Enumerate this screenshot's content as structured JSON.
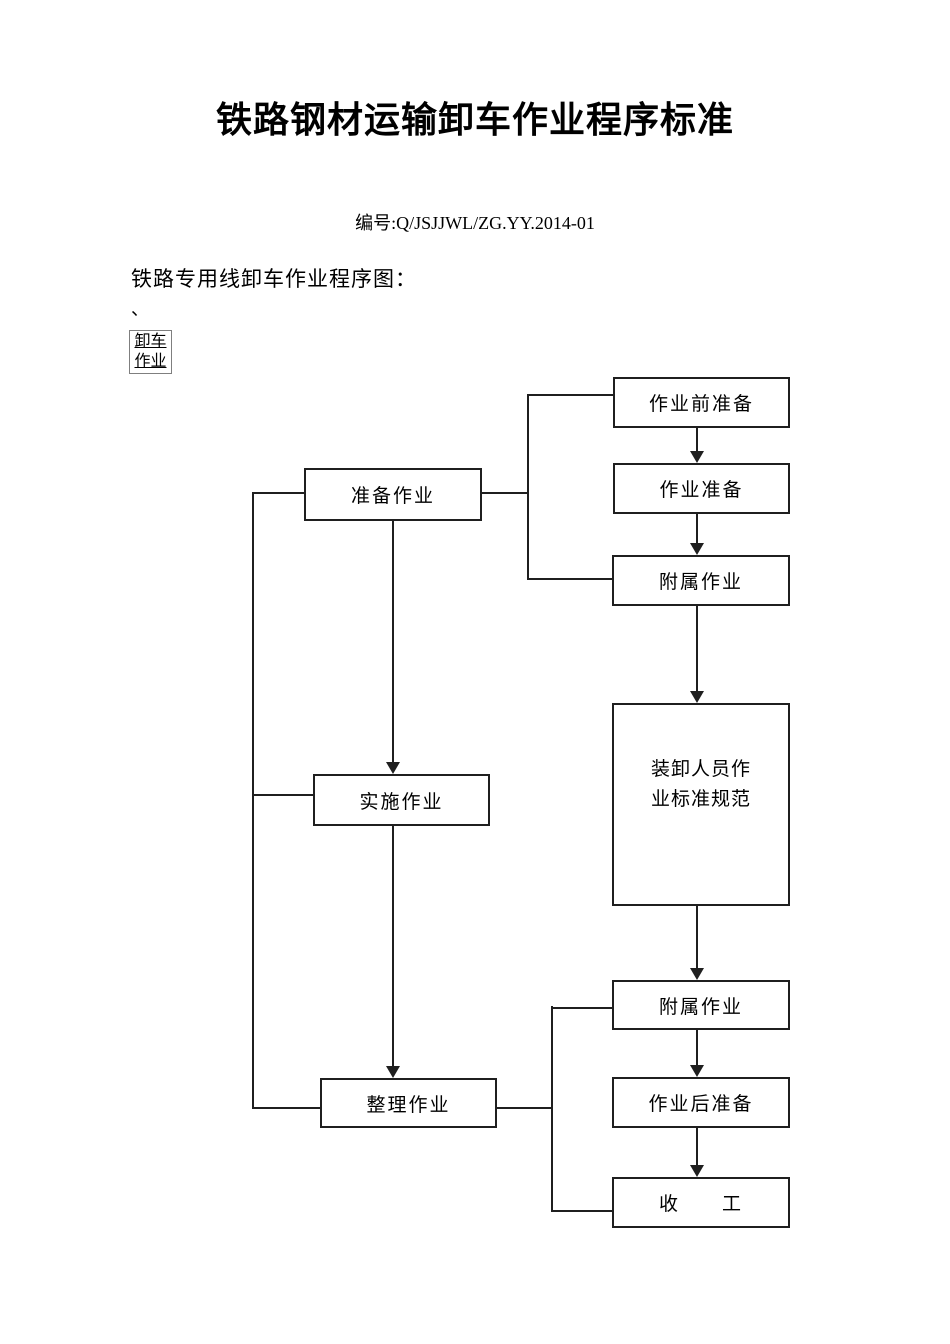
{
  "page": {
    "title": "铁路钢材运输卸车作业程序标准",
    "doc_number": "编号:Q/JSJJWL/ZG.YY.2014-01",
    "section_heading": "铁路专用线卸车作业程序图：",
    "stray_mark": "、",
    "corner_box": {
      "line1": "卸车",
      "line2": "作业"
    }
  },
  "flowchart": {
    "left_column": [
      {
        "id": "prepare",
        "label": "准备作业"
      },
      {
        "id": "implement",
        "label": "实施作业"
      },
      {
        "id": "tidy",
        "label": "整理作业"
      }
    ],
    "right_column": [
      {
        "id": "pre-work-preparation",
        "label": "作业前准备"
      },
      {
        "id": "work-preparation",
        "label": "作业准备"
      },
      {
        "id": "auxiliary-work-top",
        "label": "附属作业"
      },
      {
        "id": "personnel-standards",
        "label": "装卸人员作业标准规范"
      },
      {
        "id": "auxiliary-work-bottom",
        "label": "附属作业"
      },
      {
        "id": "post-work-preparation",
        "label": "作业后准备"
      },
      {
        "id": "finish-work",
        "label": "收　　工"
      }
    ],
    "colors": {
      "background": "#ffffff",
      "text": "#000000",
      "box_border": "#1f1f1f",
      "connector": "#1f1f1f"
    }
  }
}
